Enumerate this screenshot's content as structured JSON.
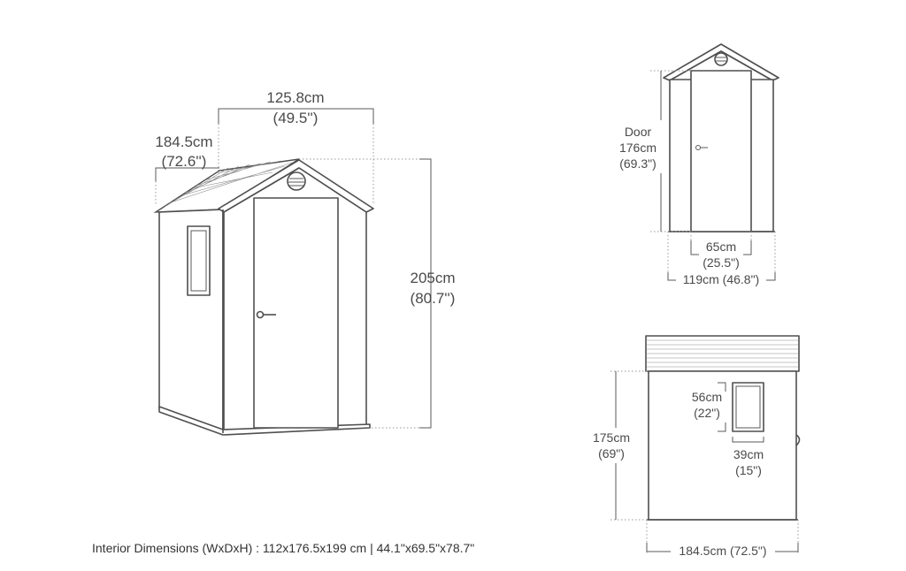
{
  "perspective": {
    "width_cm": "125.8cm",
    "width_in": "(49.5'')",
    "depth_cm": "184.5cm",
    "depth_in": "(72.6'')",
    "height_cm": "205cm",
    "height_in": "(80.7'')"
  },
  "front": {
    "door_label": "Door",
    "door_height_cm": "176cm",
    "door_height_in": "(69.3\")",
    "door_width_cm": "65cm",
    "door_width_in": "(25.5\")",
    "total_width": "119cm (46.8\")"
  },
  "side": {
    "window_height_cm": "56cm",
    "window_height_in": "(22\")",
    "window_width_cm": "39cm",
    "window_width_in": "(15\")",
    "wall_height_cm": "175cm",
    "wall_height_in": "(69\")",
    "length": "184.5cm (72.5\")"
  },
  "footer": {
    "interior_dimensions": "Interior Dimensions (WxDxH) : 112x176.5x199 cm | 44.1\"x69.5\"x78.7\""
  }
}
